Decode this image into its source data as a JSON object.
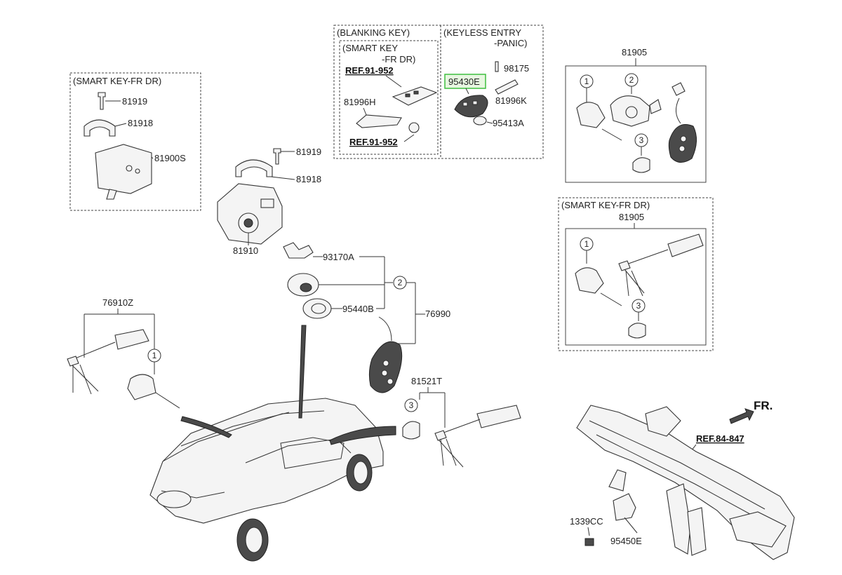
{
  "diagram": {
    "boxes": {
      "blanking_key": "(BLANKING KEY)",
      "smart_key_fr_dr_inner_1": "(SMART KEY",
      "smart_key_fr_dr_inner_2": "-FR DR)",
      "keyless_entry_1": "(KEYLESS ENTRY",
      "keyless_entry_2": "-PANIC)",
      "smart_key_left": "(SMART KEY-FR DR)",
      "smart_key_right": "(SMART KEY-FR DR)"
    },
    "parts": {
      "p81919_a": "81919",
      "p81918_a": "81918",
      "p81900s": "81900S",
      "p81919_b": "81919",
      "p81918_b": "81918",
      "p81910": "81910",
      "p93170a": "93170A",
      "p95440b": "95440B",
      "p76990": "76990",
      "p76910z": "76910Z",
      "p81521t": "81521T",
      "p81905_a": "81905",
      "p81905_b": "81905",
      "p81996h": "81996H",
      "p95430e": "95430E",
      "p98175": "98175",
      "p81996k": "81996K",
      "p95413a": "95413A",
      "p1339cc": "1339CC",
      "p95450e": "95450E"
    },
    "refs": {
      "ref_91_952_a": "REF.91-952",
      "ref_91_952_b": "REF.91-952",
      "ref_84_847": "REF.84-847"
    },
    "callouts": {
      "c1": "1",
      "c2": "2",
      "c3": "3"
    },
    "fr_label": "FR.",
    "highlight_color": "#3fbf3f"
  }
}
